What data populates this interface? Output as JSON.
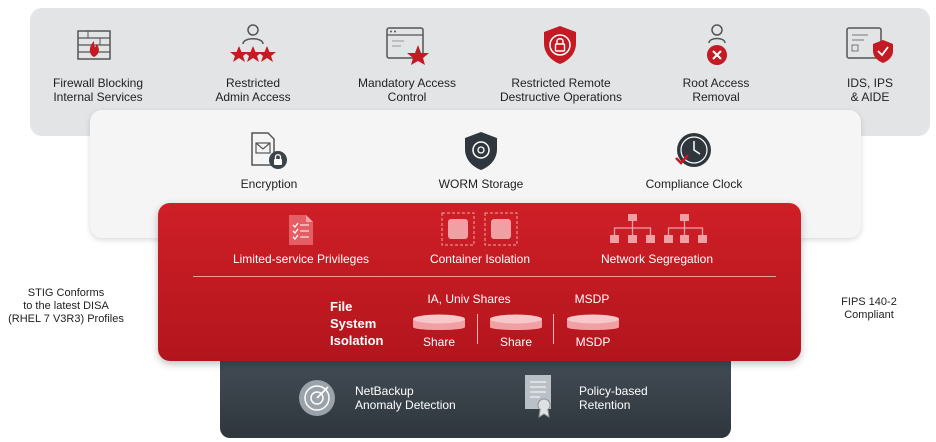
{
  "top_layer": {
    "items": [
      {
        "label_line1": "Firewall Blocking",
        "label_line2": "Internal Services",
        "icon": "firewall-icon"
      },
      {
        "label_line1": "Restricted",
        "label_line2": "Admin Access",
        "icon": "restricted-admin-icon"
      },
      {
        "label_line1": "Mandatory Access",
        "label_line2": "Control",
        "icon": "access-control-window-icon"
      },
      {
        "label_line1": "Restricted Remote",
        "label_line2": "Destructive Operations",
        "icon": "shield-lock-icon"
      },
      {
        "label_line1": "Root Access",
        "label_line2": "Removal",
        "icon": "root-removal-icon"
      },
      {
        "label_line1": "IDS, IPS",
        "label_line2": "& AIDE",
        "icon": "ids-shield-icon"
      }
    ]
  },
  "middle_layer": {
    "items": [
      {
        "label": "Encryption",
        "icon": "encryption-icon"
      },
      {
        "label": "WORM Storage",
        "icon": "worm-storage-icon"
      },
      {
        "label": "Compliance Clock",
        "icon": "compliance-clock-icon"
      }
    ]
  },
  "red_layer": {
    "items": [
      {
        "label": "Limited-service Privileges",
        "icon": "checklist-icon"
      },
      {
        "label": "Container Isolation",
        "icon": "container-icon"
      },
      {
        "label": "Network Segregation",
        "icon": "network-icon"
      }
    ],
    "fsi_line1": "File",
    "fsi_line2": "System",
    "fsi_line3": "Isolation",
    "ia_label": "IA, Univ Shares",
    "msdp_top_label": "MSDP",
    "disks": [
      "Share",
      "Share",
      "MSDP"
    ]
  },
  "bottom_layer": {
    "items": [
      {
        "line1": "NetBackup",
        "line2": "Anomaly Detection",
        "icon": "anomaly-radar-icon"
      },
      {
        "line1": "Policy-based",
        "line2": "Retention",
        "icon": "retention-document-icon"
      }
    ]
  },
  "side_left": {
    "line1": "STIG Conforms",
    "line2": "to the latest DISA",
    "line3": "(RHEL 7 V3R3) Profiles"
  },
  "side_right": {
    "line1": "FIPS 140-2",
    "line2": "Compliant"
  },
  "colors": {
    "red": "#c41a23",
    "gray_layer": "#e3e4e6",
    "dark_layer": "#3a4149"
  }
}
